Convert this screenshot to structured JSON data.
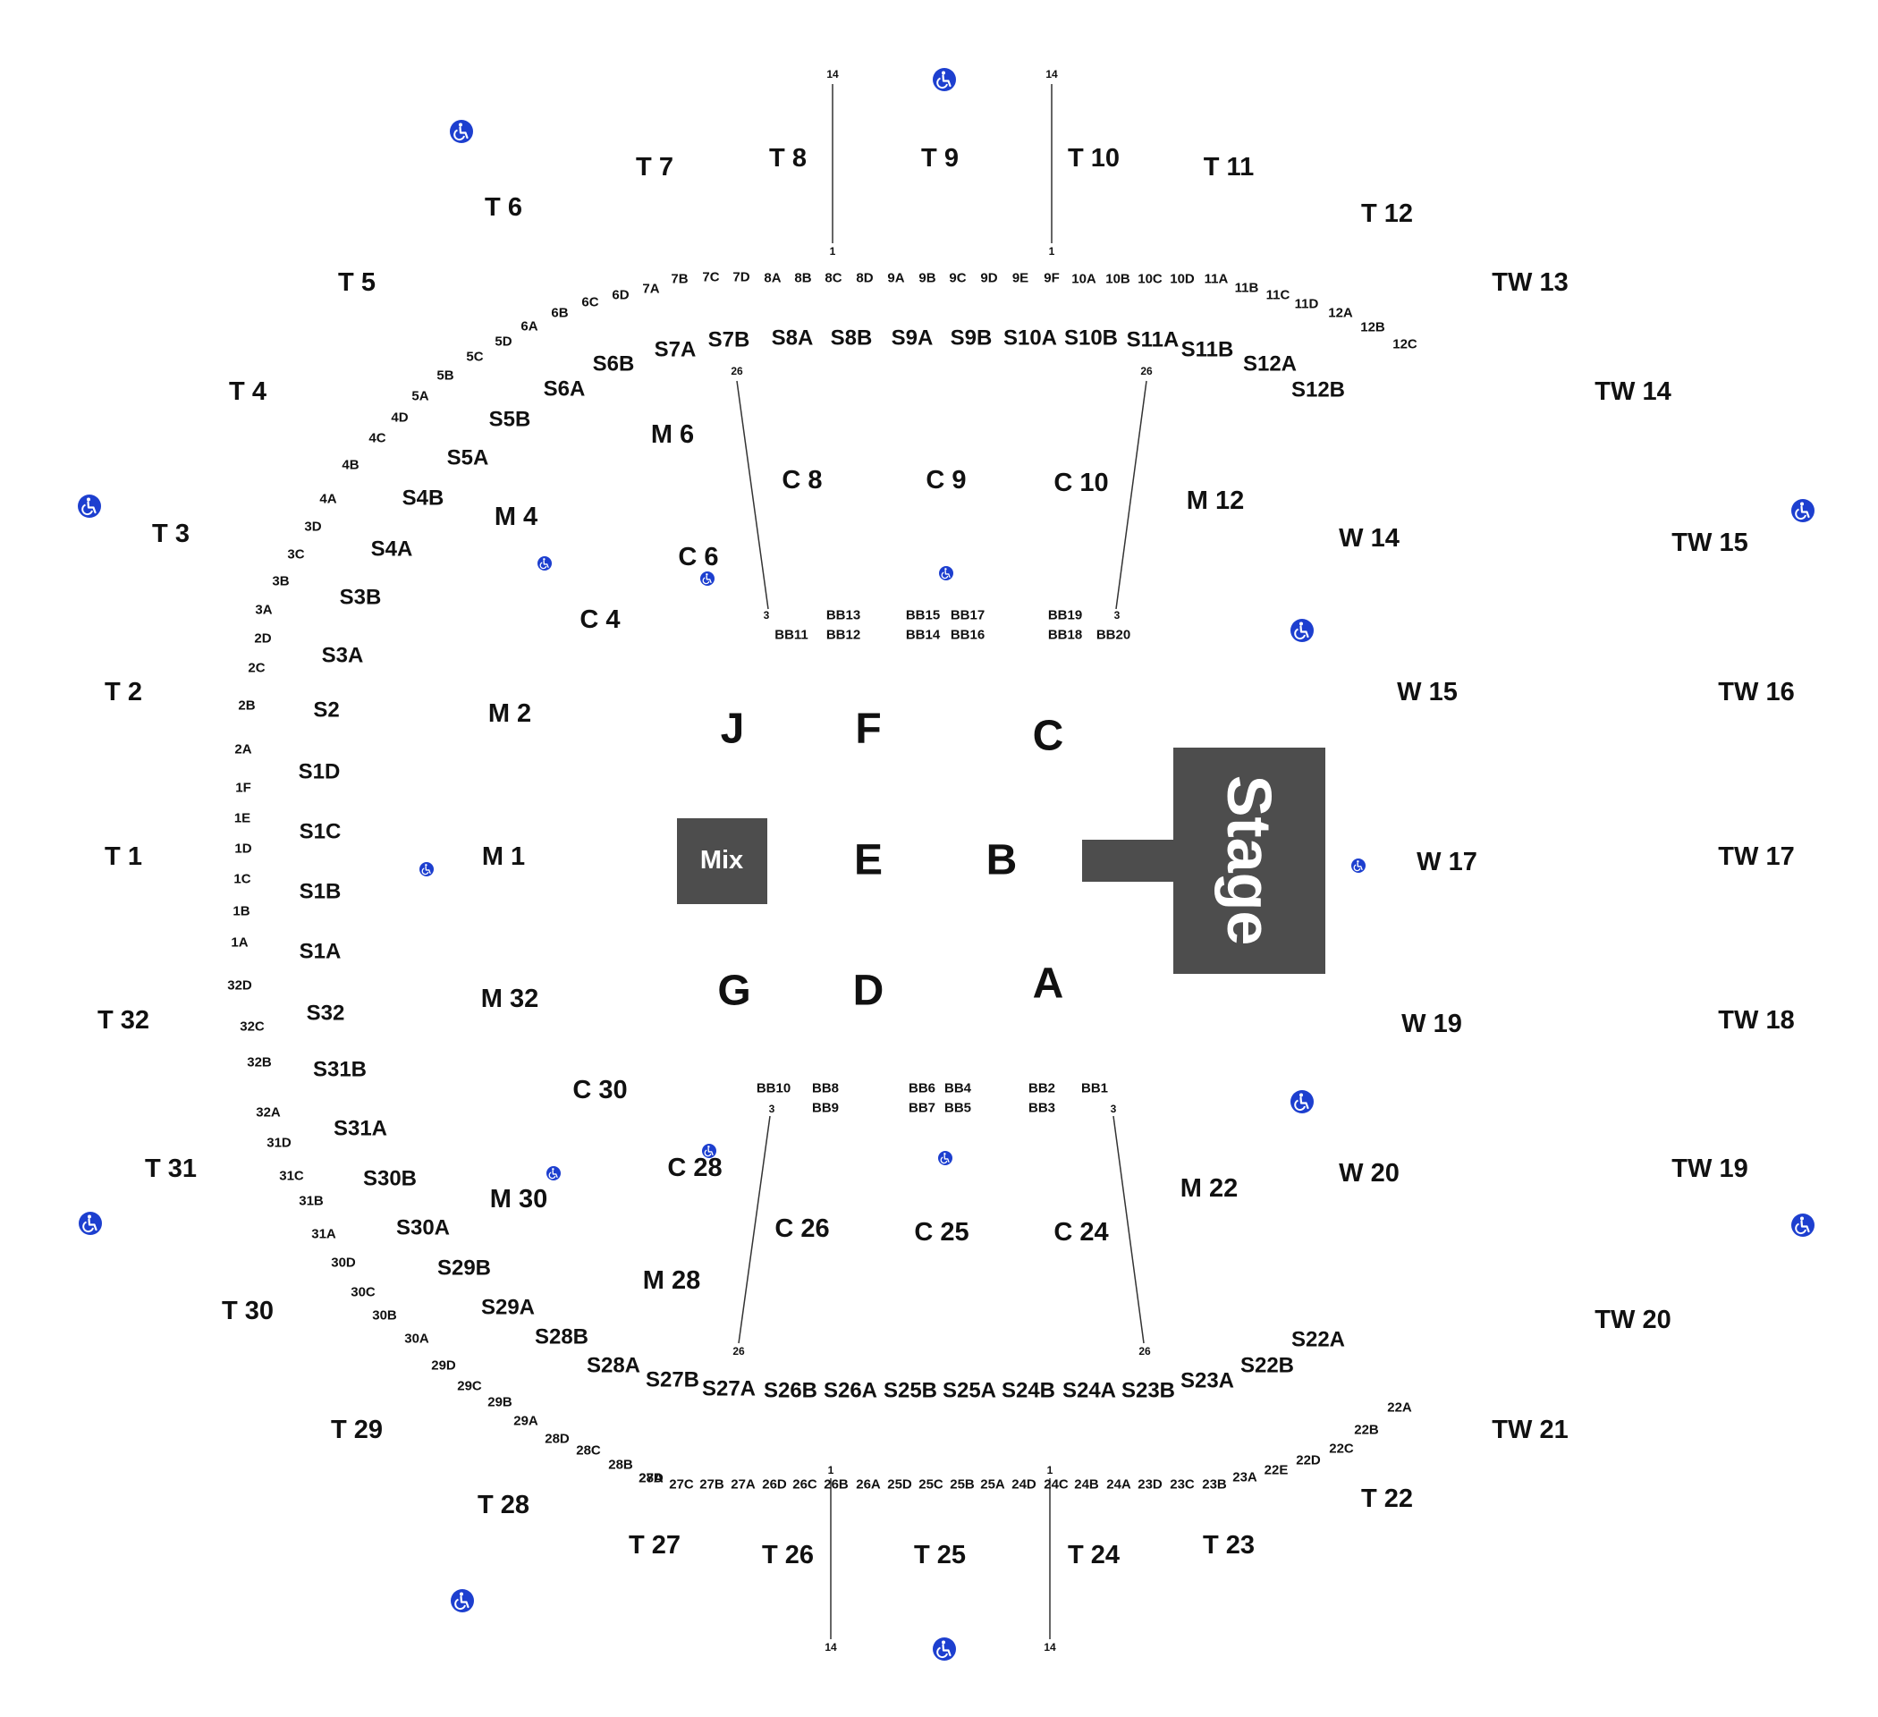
{
  "venue": {
    "stage_label": "Stage",
    "mix_label": "Mix",
    "colors": {
      "stage": "#4d4d4d",
      "mix": "#4d4d4d",
      "accessible": "#1d3fcf",
      "text": "#111111"
    },
    "accessible_icon": "wheelchair-icon",
    "floor_sections": [
      "J",
      "F",
      "C",
      "E",
      "B",
      "G",
      "D",
      "A"
    ],
    "tiers": {
      "T": [
        "T 1",
        "T 2",
        "T 3",
        "T 4",
        "T 5",
        "T 6",
        "T 7",
        "T 8",
        "T 9",
        "T 10",
        "T 11",
        "T 12",
        "T 22",
        "T 23",
        "T 24",
        "T 25",
        "T 26",
        "T 27",
        "T 28",
        "T 29",
        "T 30",
        "T 31",
        "T 32"
      ],
      "TW": [
        "TW 13",
        "TW 14",
        "TW 15",
        "TW 16",
        "TW 17",
        "TW 18",
        "TW 19",
        "TW 20",
        "TW 21"
      ],
      "W": [
        "W 14",
        "W 15",
        "W 17",
        "W 19",
        "W 20"
      ],
      "M": [
        "M 1",
        "M 2",
        "M 4",
        "M 6",
        "M 12",
        "M 22",
        "M 28",
        "M 30",
        "M 32"
      ],
      "C": [
        "C 4",
        "C 6",
        "C 8",
        "C 9",
        "C 10",
        "C 24",
        "C 25",
        "C 26",
        "C 28",
        "C 30"
      ],
      "S": [
        "S1A",
        "S1B",
        "S1C",
        "S1D",
        "S2",
        "S3A",
        "S3B",
        "S4A",
        "S4B",
        "S5A",
        "S5B",
        "S6A",
        "S6B",
        "S7A",
        "S7B",
        "S8A",
        "S8B",
        "S9A",
        "S9B",
        "S10A",
        "S10B",
        "S11A",
        "S11B",
        "S12A",
        "S12B",
        "S22A",
        "S22B",
        "S23A",
        "S23B",
        "S24A",
        "S24B",
        "S25A",
        "S25B",
        "S26A",
        "S26B",
        "S27A",
        "S27B",
        "S28A",
        "S28B",
        "S29A",
        "S29B",
        "S30A",
        "S30B",
        "S31A",
        "S31B",
        "S32"
      ],
      "BB": [
        "BB1",
        "BB2",
        "BB3",
        "BB4",
        "BB5",
        "BB6",
        "BB7",
        "BB8",
        "BB9",
        "BB10",
        "BB11",
        "BB12",
        "BB13",
        "BB14",
        "BB15",
        "BB16",
        "BB17",
        "BB18",
        "BB19",
        "BB20"
      ],
      "boxes_upper": [
        "7B",
        "7C",
        "7D",
        "8A",
        "8B",
        "8C",
        "8D",
        "9A",
        "9B",
        "9C",
        "9D",
        "9E",
        "9F",
        "10A",
        "10B",
        "10C",
        "10D",
        "11A",
        "11B",
        "11C",
        "11D",
        "12A",
        "12B",
        "12C"
      ],
      "boxes_left": [
        "7A",
        "6D",
        "6C",
        "6B",
        "6A",
        "5D",
        "5C",
        "5B",
        "5A",
        "4D",
        "4C",
        "4B",
        "4A",
        "3D",
        "3C",
        "3B",
        "3A",
        "2D",
        "2C",
        "2B",
        "2A",
        "1F",
        "1E",
        "1D",
        "1C",
        "1B",
        "1A",
        "32D",
        "32C",
        "32B",
        "32A",
        "31D",
        "31C",
        "31B",
        "31A",
        "30D",
        "30C",
        "30B",
        "30A",
        "29D",
        "29C",
        "29B",
        "29A",
        "28D",
        "28C",
        "28B",
        "28A",
        "27D"
      ],
      "boxes_lower": [
        "27C",
        "27B",
        "27A",
        "26D",
        "26C",
        "26B",
        "26A",
        "25D",
        "25C",
        "25B",
        "25A",
        "24D",
        "24C",
        "24B",
        "24A",
        "23D",
        "23C",
        "23B",
        "23A",
        "22E",
        "22D",
        "22C",
        "22B",
        "22A"
      ]
    },
    "row_markers": [
      "14",
      "1",
      "26",
      "3"
    ]
  }
}
